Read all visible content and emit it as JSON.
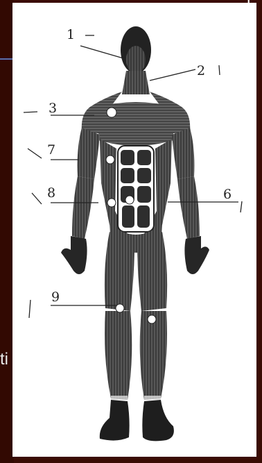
{
  "slide": {
    "title_fragment": "T",
    "body_fragment": "ti"
  },
  "diagram": {
    "labels": [
      {
        "id": "1",
        "text": "1"
      },
      {
        "id": "2",
        "text": "2"
      },
      {
        "id": "3",
        "text": "3"
      },
      {
        "id": "6",
        "text": "6"
      },
      {
        "id": "7",
        "text": "7"
      },
      {
        "id": "8",
        "text": "8"
      },
      {
        "id": "9",
        "text": "9"
      }
    ]
  },
  "colors": {
    "background": "#3a0c04",
    "panel": "#ffffff",
    "muscle": "#3a3a3a",
    "accent_rule": "#5a6fae"
  }
}
